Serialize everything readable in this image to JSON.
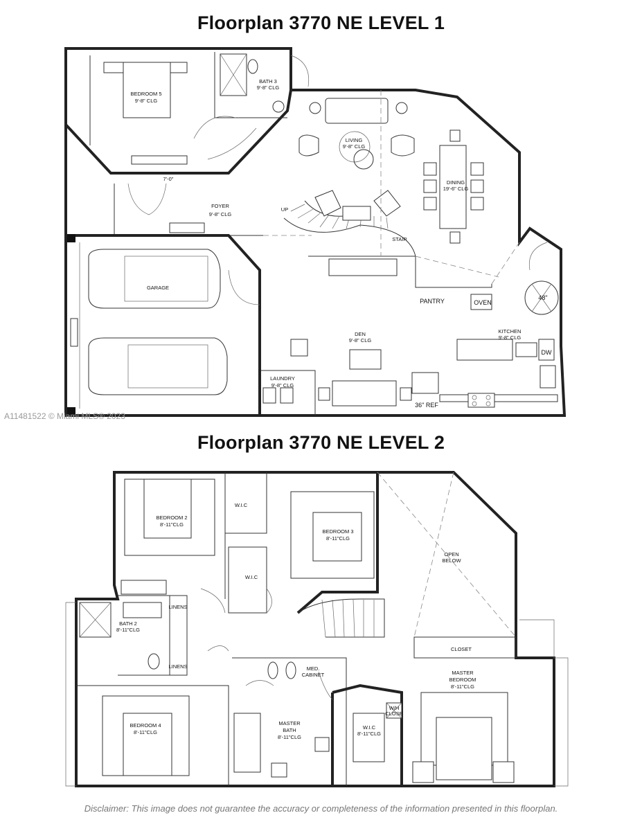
{
  "level1": {
    "title": "Floorplan 3770 NE LEVEL 1",
    "rooms": {
      "bedroom5": {
        "name": "BEDROOM 5",
        "clg": "9'-8\" CLG"
      },
      "bath3": {
        "name": "BATH 3",
        "clg": "9'-8\" CLG"
      },
      "living": {
        "name": "LIVING",
        "clg": "9'-8\" CLG"
      },
      "dining": {
        "name": "DINING",
        "clg": "19'-6\" CLG"
      },
      "foyer": {
        "name": "FOYER",
        "clg": "9'-8\" CLG"
      },
      "garage": {
        "name": "GARAGE"
      },
      "den": {
        "name": "DEN",
        "clg": "9'-8\" CLG"
      },
      "laundry": {
        "name": "LAUNDRY",
        "clg": "9'-8\" CLG"
      },
      "kitchen": {
        "name": "KITCHEN",
        "clg": "9'-8\" CLG"
      },
      "pantry": {
        "name": "PANTRY"
      },
      "oven": {
        "name": "OVEN"
      },
      "dw": {
        "name": "DW"
      },
      "ref": {
        "name": "36\" REF"
      },
      "table": {
        "name": "48\""
      },
      "stair": {
        "name": "STAIR"
      },
      "up": {
        "name": "UP"
      },
      "dim": {
        "name": "7'-0\""
      }
    }
  },
  "level2": {
    "title": "Floorplan 3770 NE LEVEL 2",
    "rooms": {
      "bedroom2": {
        "name": "BEDROOM 2",
        "clg": "8'-11\"CLG"
      },
      "bedroom3": {
        "name": "BEDROOM 3",
        "clg": "8'-11\"CLG"
      },
      "bedroom4": {
        "name": "BEDROOM 4",
        "clg": "8'-11\"CLG"
      },
      "bath2": {
        "name": "BATH 2",
        "clg": "8'-11\"CLG"
      },
      "wic1": {
        "name": "W.I.C"
      },
      "wic2": {
        "name": "W.I.C"
      },
      "wic3": {
        "name": "W.I.C",
        "clg": "8'-11\"CLG"
      },
      "open_below": {
        "name": "OPEN",
        "name2": "BELOW"
      },
      "closet": {
        "name": "CLOSET"
      },
      "master_bedroom": {
        "name": "MASTER",
        "name2": "BEDROOM",
        "clg": "8'-11\"CLG"
      },
      "master_bath": {
        "name": "MASTER",
        "name2": "BATH",
        "clg": "8'-11\"CLG"
      },
      "linens1": {
        "name": "LINENS"
      },
      "linens2": {
        "name": "LINENS"
      },
      "med_cabinet": {
        "name": "MED.",
        "name2": "CABINET"
      },
      "wh_close": {
        "name": "W/H",
        "name2": "CLOSE"
      }
    }
  },
  "watermark": "A11481522 © Miami MLS® 2023",
  "disclaimer": "Disclaimer: This image does not guarantee the accuracy or completeness of the information presented in this floorplan."
}
